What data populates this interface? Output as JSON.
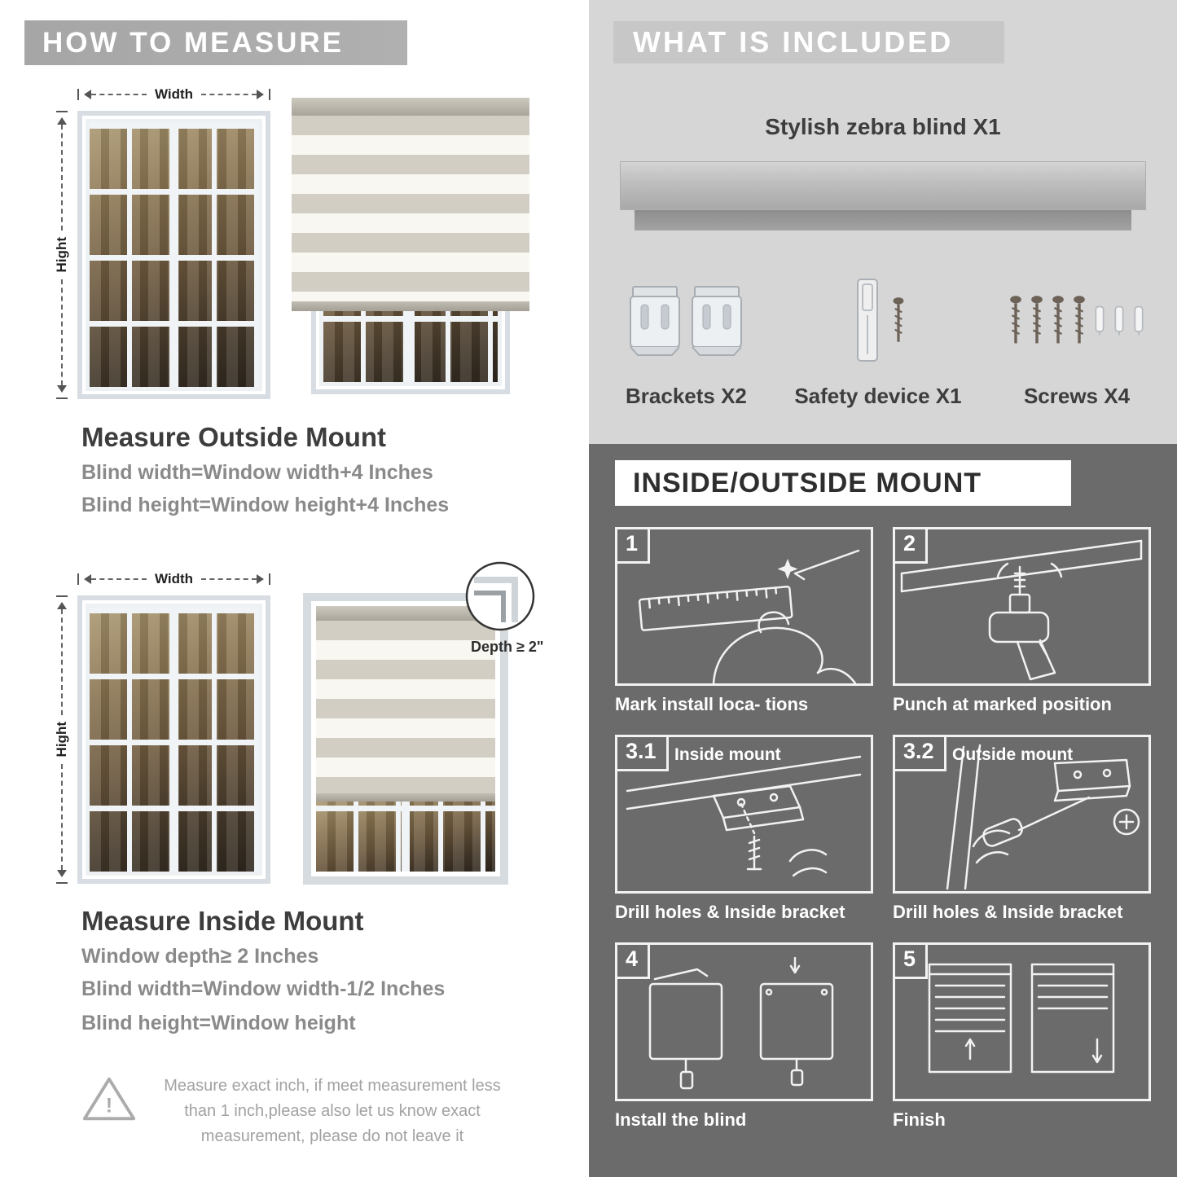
{
  "colors": {
    "banner_gray": "#a6a6a6",
    "included_bg": "#d6d6d6",
    "mount_bg": "#6b6b6b",
    "text_dark": "#3d3d3d",
    "text_gray": "#8a8a8a"
  },
  "measure": {
    "banner": "HOW TO MEASURE",
    "width_label": "Width",
    "height_label": "Hight",
    "outside": {
      "heading": "Measure Outside Mount",
      "lines": [
        "Blind width=Window width+4 Inches",
        "Blind height=Window height+4 Inches"
      ]
    },
    "inside": {
      "heading": "Measure Inside Mount",
      "depth_callout": "Depth ≥ 2\"",
      "lines": [
        "Window depth≥ 2 Inches",
        "Blind width=Window width-1/2 Inches",
        "Blind height=Window height"
      ]
    },
    "warning": "Measure exact inch, if meet measurement less than 1 inch,please also let us know exact measurement, please do not leave it"
  },
  "included": {
    "banner": "WHAT IS INCLUDED",
    "product": "Stylish zebra blind X1",
    "items": [
      {
        "label": "Brackets X2"
      },
      {
        "label": "Safety device X1"
      },
      {
        "label": "Screws X4"
      }
    ]
  },
  "mount": {
    "banner": "INSIDE/OUTSIDE MOUNT",
    "steps": [
      {
        "num": "1",
        "title": "",
        "caption": "Mark install loca- tions"
      },
      {
        "num": "2",
        "title": "",
        "caption": "Punch at  marked position"
      },
      {
        "num": "3.1",
        "title": "Inside mount",
        "caption": "Drill holes &  Inside bracket"
      },
      {
        "num": "3.2",
        "title": "Outside mount",
        "caption": "Drill holes &  Inside bracket"
      },
      {
        "num": "4",
        "title": "",
        "caption": "Install the blind"
      },
      {
        "num": "5",
        "title": "",
        "caption": "Finish"
      }
    ]
  }
}
